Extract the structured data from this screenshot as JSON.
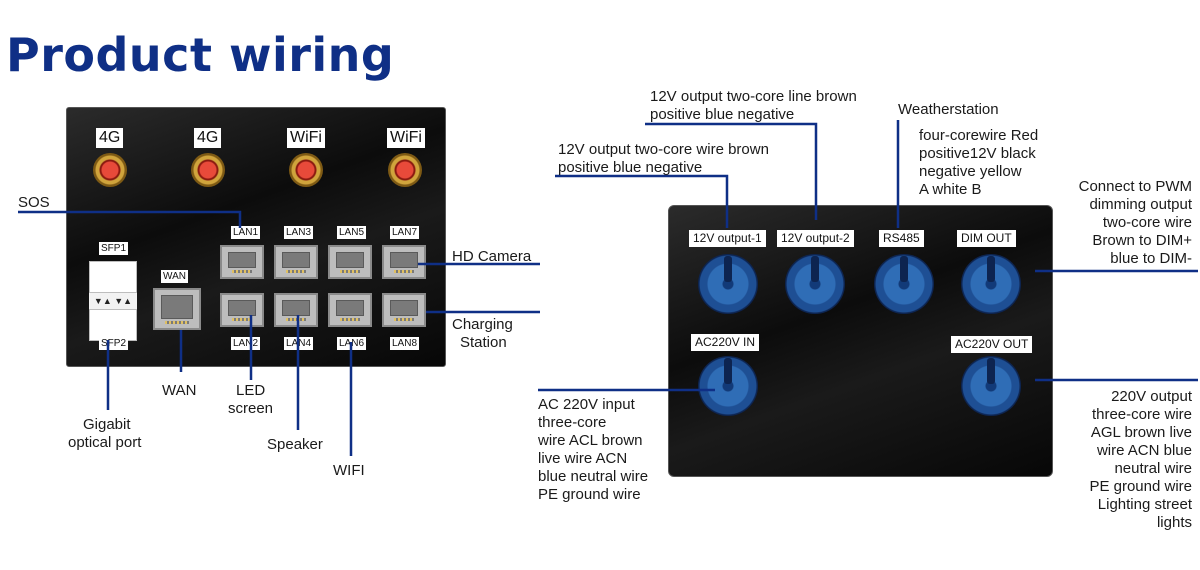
{
  "title": "Product wiring",
  "left_panel": {
    "antennas": [
      "4G",
      "4G",
      "WiFi",
      "WiFi"
    ],
    "lan_top": [
      "LAN1",
      "LAN3",
      "LAN5",
      "LAN7"
    ],
    "lan_bottom": [
      "LAN2",
      "LAN4",
      "LAN6",
      "LAN8"
    ],
    "sfp_top": "SFP1",
    "sfp_bottom": "SFP2",
    "sfp_arrows": "▼▲ ▼▲",
    "wan": "WAN"
  },
  "left_callouts": {
    "sos": "SOS",
    "hd_camera": "HD Camera",
    "charging_station": [
      "Charging",
      "Station"
    ],
    "wan": "WAN",
    "led_screen": [
      "LED",
      "screen"
    ],
    "speaker": "Speaker",
    "wifi": "WIFI",
    "gigabit": [
      "Gigabit",
      "optical port"
    ]
  },
  "right_panel": {
    "connectors_top": [
      "12V output-1",
      "12V output-2",
      "RS485",
      "DIM OUT"
    ],
    "ac_in": "AC220V IN",
    "ac_out": "AC220V OUT"
  },
  "right_callouts": {
    "out2": [
      "12V output two-core line brown",
      "positive blue negative"
    ],
    "out1": [
      "12V output two-core wire brown",
      "positive blue negative"
    ],
    "weatherstation": "Weatherstation",
    "rs485_desc": [
      "four-corewire Red",
      "positive12V black",
      "negative yellow",
      "A white B"
    ],
    "pwm": [
      "Connect to PWM",
      "dimming output",
      "two-core wire",
      "Brown to DIM+",
      "blue to DIM-"
    ],
    "ac_in_desc": [
      "AC 220V input",
      "three-core",
      "wire ACL brown",
      "live wire ACN",
      "blue neutral wire",
      "PE ground wire"
    ],
    "ac_out_desc": [
      "220V output",
      "three-core wire",
      "AGL brown live",
      "wire ACN blue",
      "neutral wire",
      "PE ground wire",
      "Lighting street",
      "lights"
    ]
  },
  "colors": {
    "title": "#0f2f86",
    "leader": "#0f2f86",
    "knob": "#2f6db6"
  }
}
